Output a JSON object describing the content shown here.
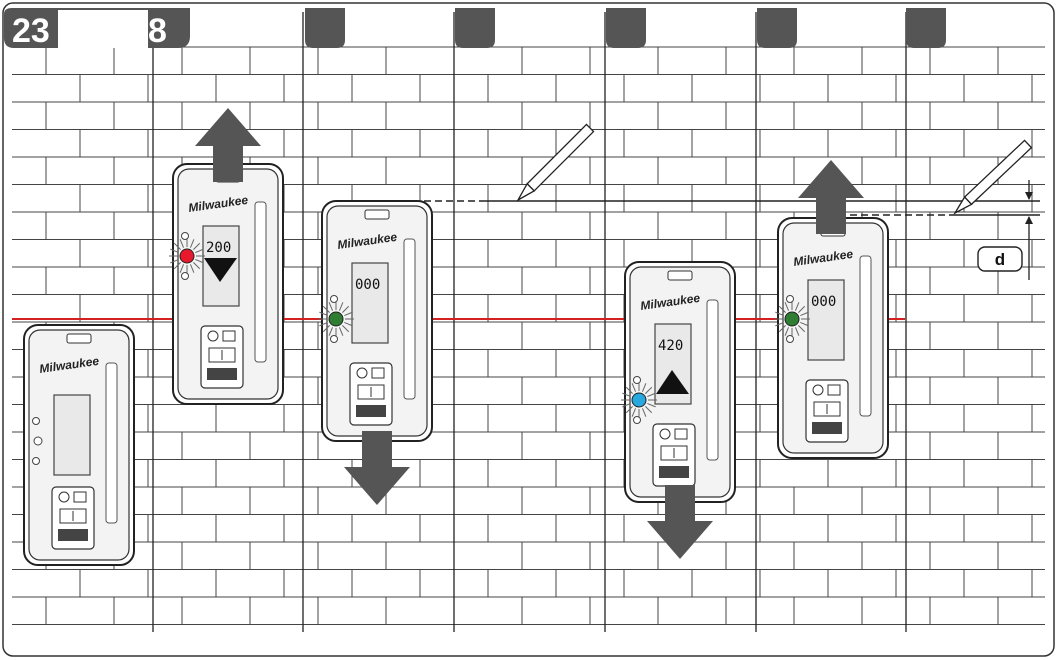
{
  "figure": {
    "number_label": "23",
    "step_labels": [
      "8",
      "",
      "",
      "",
      "",
      "",
      ""
    ]
  },
  "brand": "Milwaukee",
  "receivers": [
    {
      "id": "r1",
      "display": "",
      "indicator": "none",
      "arrows": []
    },
    {
      "id": "r2",
      "display": "200",
      "indicator": "red",
      "pointer": "down",
      "arrows": [
        "up"
      ]
    },
    {
      "id": "r3",
      "display": "000",
      "indicator": "green",
      "pointer": "none",
      "arrows": [
        "down"
      ]
    },
    {
      "id": "r4",
      "display": "420",
      "indicator": "blue",
      "pointer": "up",
      "arrows": [
        "down"
      ]
    },
    {
      "id": "r5",
      "display": "000",
      "indicator": "green",
      "pointer": "none",
      "arrows": [
        "up"
      ]
    }
  ],
  "offset_label": "d",
  "colors": {
    "laser_line": "#d32020",
    "indicator_red": "#e8192c",
    "indicator_green": "#2e7d32",
    "indicator_blue": "#29a8e0",
    "arrow": "#555555",
    "brick": "#444444",
    "tab": "#555555"
  },
  "icons": [
    "pencil-icon",
    "arrow-up-icon",
    "arrow-down-icon",
    "dimension-arrow-icon"
  ]
}
